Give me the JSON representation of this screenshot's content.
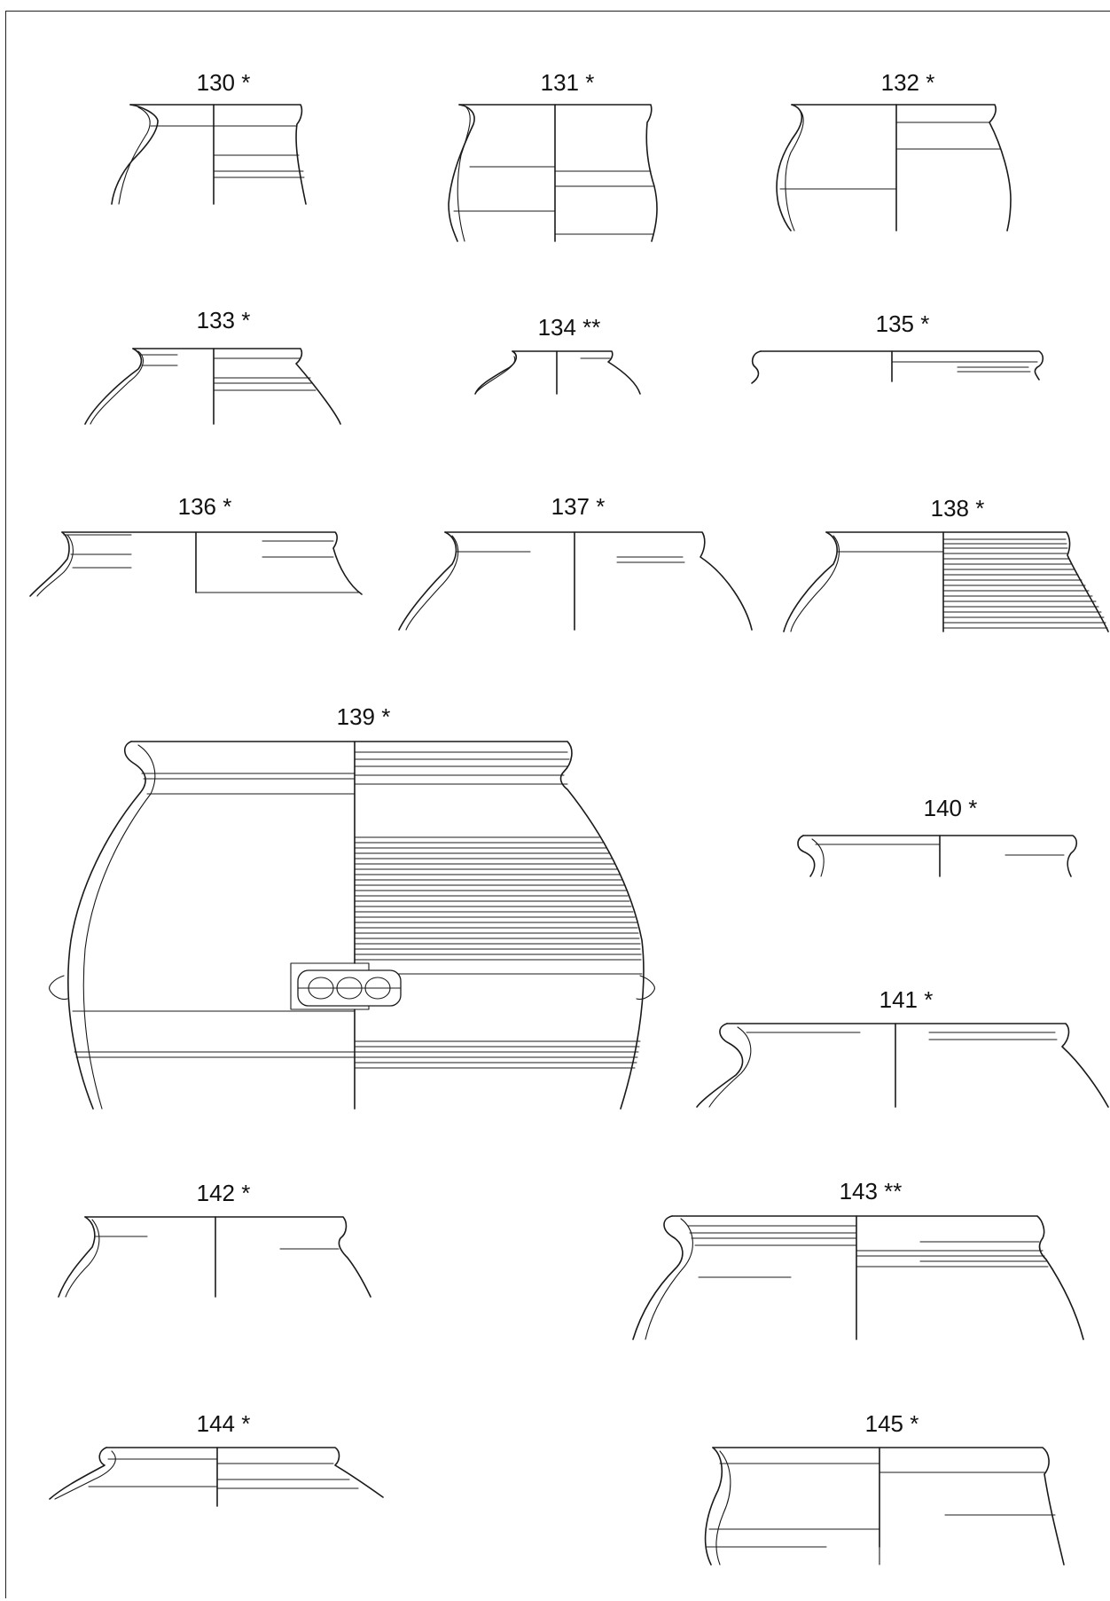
{
  "plate": {
    "catalogue_entries": [
      {
        "id": "130",
        "label": "130 *"
      },
      {
        "id": "131",
        "label": "131 *"
      },
      {
        "id": "132",
        "label": "132 *"
      },
      {
        "id": "133",
        "label": "133 *"
      },
      {
        "id": "134",
        "label": "134 **"
      },
      {
        "id": "135",
        "label": "135 *"
      },
      {
        "id": "136",
        "label": "136 *"
      },
      {
        "id": "137",
        "label": "137 *"
      },
      {
        "id": "138",
        "label": "138 *"
      },
      {
        "id": "139",
        "label": "139 *"
      },
      {
        "id": "140",
        "label": "140 *"
      },
      {
        "id": "141",
        "label": "141 *"
      },
      {
        "id": "142",
        "label": "142 *"
      },
      {
        "id": "143",
        "label": "143 **"
      },
      {
        "id": "144",
        "label": "144 *"
      },
      {
        "id": "145",
        "label": "145 *"
      }
    ],
    "stroke_color": "#1a1a1a",
    "background_color": "#ffffff"
  }
}
